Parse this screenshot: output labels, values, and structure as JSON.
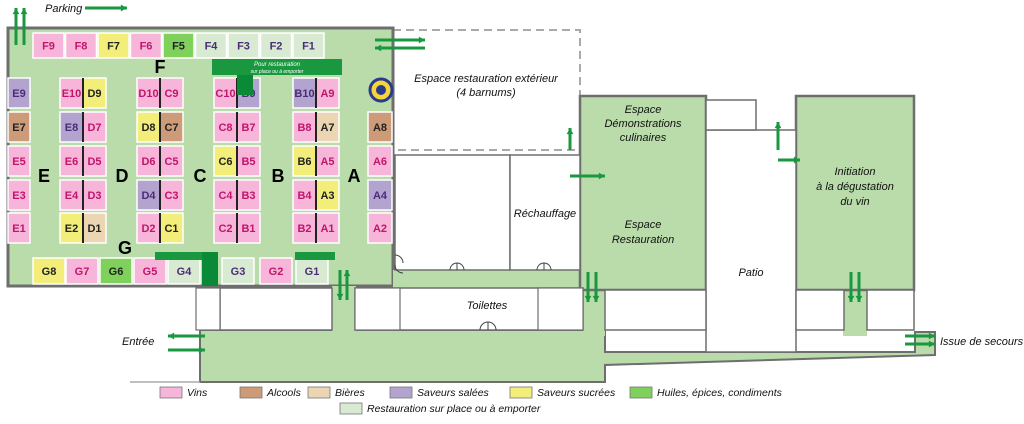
{
  "colors": {
    "vins": "#f7b6d9",
    "alcools": "#cd9b77",
    "bieres": "#ecd5b3",
    "sales": "#b3a3cf",
    "sucrees": "#f3ee7a",
    "huiles": "#7fd15c",
    "restauration": "#d8ead2",
    "floor": "#b9dcaa",
    "arrow": "#1a9840",
    "wall": "#6e6e6e",
    "code_pink": "#c2146d",
    "code_purple": "#4b2d77",
    "code_dark": "#222222"
  },
  "labels": {
    "parking": "Parking",
    "entree": "Entrée",
    "issue_secours": "Issue de secours",
    "espace_exterieur_1": "Espace restauration extérieur",
    "espace_exterieur_2": "(4 barnums)",
    "demo_1": "Espace",
    "demo_2": "Démonstrations",
    "demo_3": "culinaires",
    "resto_1": "Espace",
    "resto_2": "Restauration",
    "rechauffage": "Réchauffage",
    "patio": "Patio",
    "toilettes": "Toilettes",
    "degust_1": "Initiation",
    "degust_2": "à la dégustation",
    "degust_3": "du vin",
    "resto_banner_1": "Pour restauration",
    "resto_banner_2": "sur place ou à emporter"
  },
  "zones": [
    "A",
    "B",
    "C",
    "D",
    "E",
    "F",
    "G"
  ],
  "stands": {
    "F": [
      [
        "F9",
        "vins"
      ],
      [
        "F8",
        "vins"
      ],
      [
        "F7",
        "sucrees"
      ],
      [
        "F6",
        "vins"
      ],
      [
        "F5",
        "huiles"
      ],
      [
        "F4",
        "restauration"
      ],
      [
        "F3",
        "restauration"
      ],
      [
        "F2",
        "restauration"
      ],
      [
        "F1",
        "restauration"
      ]
    ],
    "E": [
      [
        "E9",
        "sales"
      ],
      [
        "E7",
        "alcools"
      ],
      [
        "E5",
        "vins"
      ],
      [
        "E3",
        "vins"
      ],
      [
        "E1",
        "vins"
      ]
    ],
    "DE": [
      [
        "E10",
        "vins",
        "D9",
        "sucrees"
      ],
      [
        "E8",
        "sales",
        "D7",
        "vins"
      ],
      [
        "E6",
        "vins",
        "D5",
        "vins"
      ],
      [
        "E4",
        "vins",
        "D3",
        "vins"
      ],
      [
        "E2",
        "sucrees",
        "D1",
        "bieres"
      ]
    ],
    "CD": [
      [
        "D10",
        "vins",
        "C9",
        "vins"
      ],
      [
        "D8",
        "sucrees",
        "C7",
        "alcools"
      ],
      [
        "D6",
        "vins",
        "C5",
        "vins"
      ],
      [
        "D4",
        "sales",
        "C3",
        "vins"
      ],
      [
        "D2",
        "vins",
        "C1",
        "sucrees"
      ]
    ],
    "BC": [
      [
        "C10",
        "vins",
        "B9",
        "sales"
      ],
      [
        "C8",
        "vins",
        "B7",
        "vins"
      ],
      [
        "C6",
        "sucrees",
        "B5",
        "vins"
      ],
      [
        "C4",
        "vins",
        "B3",
        "vins"
      ],
      [
        "C2",
        "vins",
        "B1",
        "vins"
      ]
    ],
    "AB": [
      [
        "B10",
        "sales",
        "A9",
        "vins"
      ],
      [
        "B8",
        "vins",
        "A7",
        "bieres"
      ],
      [
        "B6",
        "sucrees",
        "A5",
        "vins"
      ],
      [
        "B4",
        "vins",
        "A3",
        "sucrees"
      ],
      [
        "B2",
        "vins",
        "A1",
        "vins"
      ]
    ],
    "A": [
      [
        "A8",
        "alcools"
      ],
      [
        "A6",
        "vins"
      ],
      [
        "A4",
        "sales"
      ],
      [
        "A2",
        "vins"
      ]
    ],
    "G": [
      [
        "G8",
        "sucrees"
      ],
      [
        "G7",
        "vins"
      ],
      [
        "G6",
        "huiles"
      ],
      [
        "G5",
        "vins"
      ],
      [
        "G4",
        "restauration"
      ],
      [
        "G3",
        "restauration"
      ],
      [
        "G2",
        "vins"
      ],
      [
        "G1",
        "restauration"
      ]
    ]
  },
  "legend": [
    {
      "key": "vins",
      "label": "Vins"
    },
    {
      "key": "alcools",
      "label": "Alcools"
    },
    {
      "key": "bieres",
      "label": "Bières"
    },
    {
      "key": "sales",
      "label": "Saveurs salées"
    },
    {
      "key": "sucrees",
      "label": "Saveurs sucrées"
    },
    {
      "key": "huiles",
      "label": "Huiles, épices, condiments"
    },
    {
      "key": "restauration",
      "label": "Restauration sur place ou à emporter"
    }
  ]
}
